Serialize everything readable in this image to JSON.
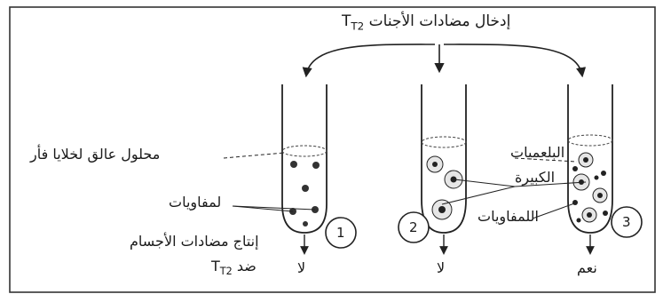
{
  "top_label": "إدخال مضادات الأجنات",
  "top_label_subscript": "T2",
  "left_note": {
    "label_suspension": "محلول عالق لخلايا فأر",
    "label_lymphocytes": "لمفاويات",
    "production_line1": "إنتاج مضادات الأجسام",
    "production_line2_prefix": "ضد",
    "production_line2_subscript": "T2"
  },
  "right_note": {
    "label_macrophages_line1": "البلعميات",
    "label_macrophages_line2": "الكبيرة",
    "label_lymphocytes": "اللمفاويات"
  },
  "tubes": [
    {
      "number": "1",
      "result": "لا"
    },
    {
      "number": "2",
      "result": "لا"
    },
    {
      "number": "3",
      "result": "نعم"
    }
  ]
}
